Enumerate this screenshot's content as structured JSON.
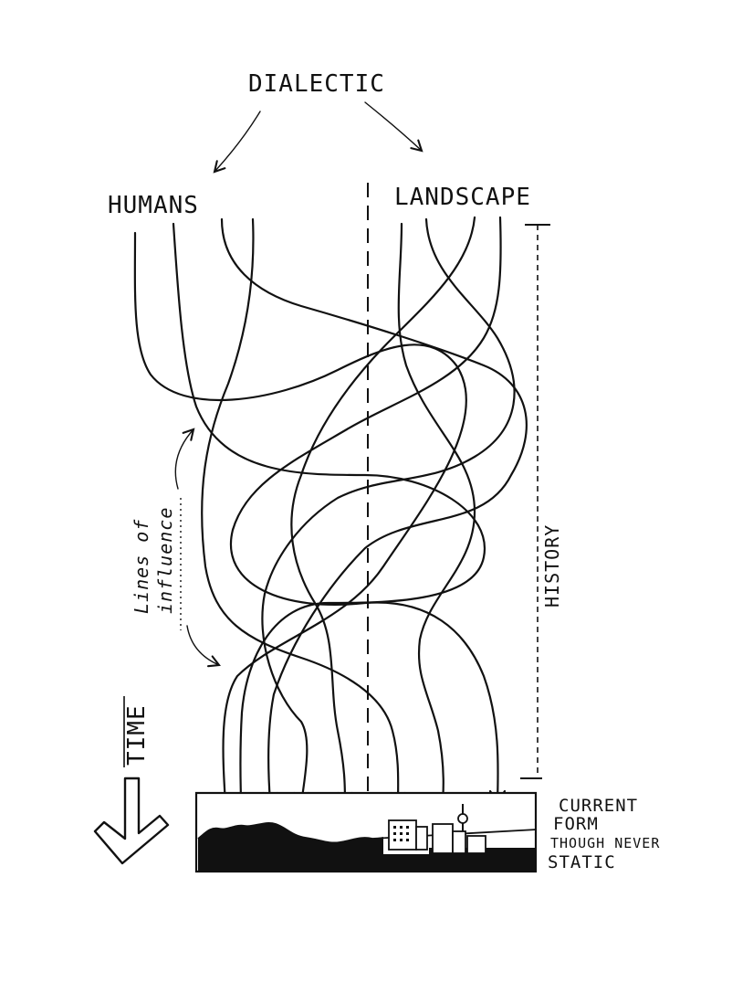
{
  "labels": {
    "top": "DIALECTIC",
    "left_source": "HUMANS",
    "right_source": "LANDSCAPE",
    "lines_line1": "Lines of",
    "lines_line2": "influence",
    "history": "HISTORY",
    "time": "TIME",
    "current_line1": "CURRENT",
    "current_line2": "FORM",
    "current_line3": "THOUGH NEVER",
    "current_line4": "STATIC"
  },
  "colors": {
    "ink": "#111111",
    "paper": "#ffffff"
  },
  "icons": {
    "time_arrow": "down-left-arrow-icon",
    "branch_arrows": "arrow-icon"
  }
}
